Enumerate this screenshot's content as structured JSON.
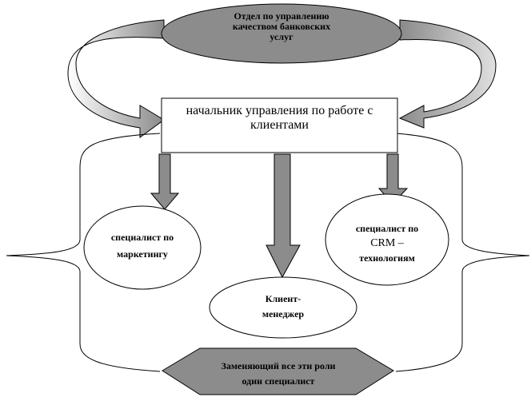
{
  "top_ellipse": {
    "line1": "Отдел по управлению",
    "line2": "качеством банковских",
    "line3": "услуг"
  },
  "head_box": {
    "line1": "начальник управления по работе с",
    "line2": "клиентами"
  },
  "marketing": {
    "line1": "специалист по",
    "line2": "маркетингу"
  },
  "client_manager": {
    "line1": "Клиент-",
    "line2": "менеджер"
  },
  "crm": {
    "line1": "специалист по",
    "line2": "CRM –",
    "line3": "технологиям"
  },
  "bottom_hex": {
    "line1": "Заменяющий все эти роли",
    "line2": "один специалист"
  },
  "colors": {
    "dark_gray": "#8c8c8c",
    "light_gray": "#d0d0d0",
    "line": "#000000",
    "fill_white": "#ffffff"
  }
}
